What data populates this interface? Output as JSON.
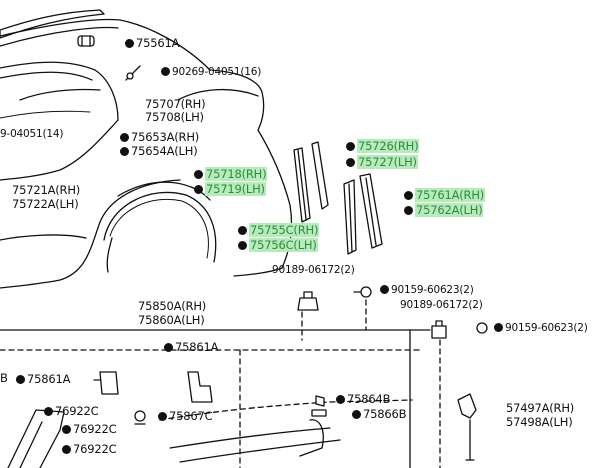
{
  "labels": {
    "p75561a": "75561A",
    "p90269": "90269-04051(16)",
    "p75707": "75707(RH)",
    "p75708": "75708(LH)",
    "p04051": "9-04051(14)",
    "p75653": "75653A(RH)",
    "p75654": "75654A(LH)",
    "p75721": "75721A(RH)",
    "p75722": "75722A(LH)",
    "p75718": "75718(RH)",
    "p75719": "75719(LH)",
    "p75726": "75726(RH)",
    "p75727": "75727(LH)",
    "p75761": "75761A(RH)",
    "p75762": "75762A(LH)",
    "p75755": "75755C(RH)",
    "p75756": "75756C(LH)",
    "p90189a": "90189-06172(2)",
    "p90159a": "90159-60623(2)",
    "p90189b": "90189-06172(2)",
    "p90159b": "90159-60623(2)",
    "p75850": "75850A(RH)",
    "p75860": "75860A(LH)",
    "p75861a": "75861A",
    "p75861b": "75861A",
    "pB": "B",
    "p76922a": "76922C",
    "p76922b": "76922C",
    "p76922c": "76922C",
    "p75867": "75867C",
    "p75864": "75864B",
    "p75866": "75866B",
    "p57497": "57497A(RH)",
    "p57498": "57498A(LH)"
  },
  "colors": {
    "highlight_bg": "#b6ecbb",
    "highlight_text": "#2f8a3a",
    "ink": "#111111"
  }
}
